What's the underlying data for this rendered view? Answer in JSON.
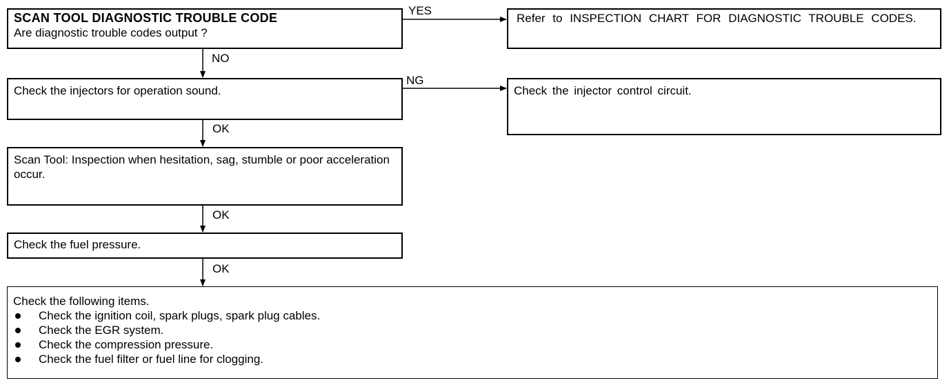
{
  "flowchart": {
    "step1": {
      "title": "SCAN TOOL DIAGNOSTIC TROUBLE CODE",
      "question": "Are diagnostic trouble codes output ?"
    },
    "yes_label": "YES",
    "yes_action": "Refer to INSPECTION CHART FOR DIAGNOSTIC TROUBLE CODES.",
    "no_label": "NO",
    "step2": "Check the injectors for operation sound.",
    "ng_label": "NG",
    "ng_action": "Check the injector control circuit.",
    "ok_label_1": "OK",
    "step3": "Scan Tool: Inspection when hesitation, sag, stumble or poor acceleration occur.",
    "ok_label_2": "OK",
    "step4": "Check the fuel pressure.",
    "ok_label_3": "OK",
    "step5": {
      "heading": "Check the following items.",
      "items": [
        "Check the ignition coil, spark plugs, spark plug cables.",
        "Check the EGR system.",
        "Check the compression pressure.",
        "Check the fuel filter or fuel line for clogging."
      ]
    }
  }
}
